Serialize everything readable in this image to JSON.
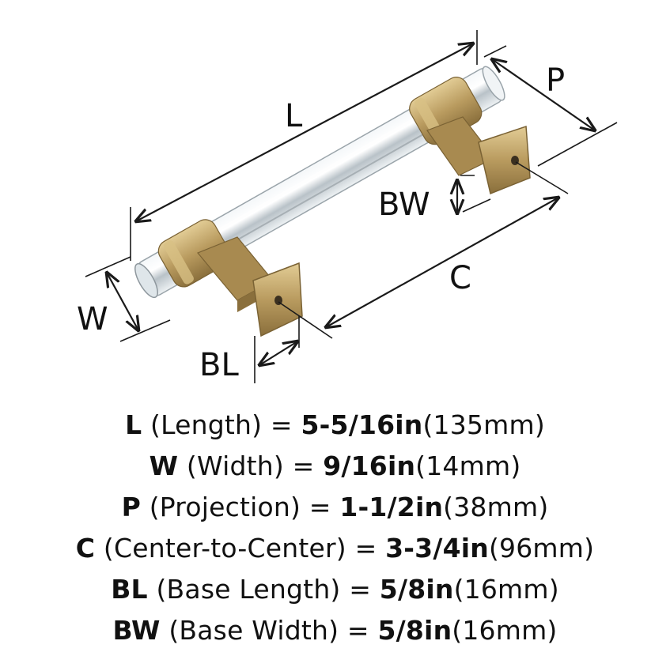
{
  "labels": {
    "L": "L",
    "P": "P",
    "BW": "BW",
    "C": "C",
    "W": "W",
    "BL": "BL"
  },
  "colors": {
    "brass": "#b99b5f",
    "brass_dark": "#8a6f3c",
    "glass": "#e8eef2",
    "line": "#1a1a1a"
  },
  "specs": [
    {
      "code": "L",
      "name": "(Length)",
      "imperial": "5-5/16in",
      "metric": "(135mm)"
    },
    {
      "code": "W",
      "name": "(Width)",
      "imperial": "9/16in",
      "metric": "(14mm)"
    },
    {
      "code": "P",
      "name": "(Projection)",
      "imperial": "1-1/2in",
      "metric": "(38mm)"
    },
    {
      "code": "C",
      "name": "(Center-to-Center)",
      "imperial": "3-3/4in",
      "metric": "(96mm)"
    },
    {
      "code": "BL",
      "name": "(Base Length)",
      "imperial": "5/8in",
      "metric": "(16mm)"
    },
    {
      "code": "BW",
      "name": "(Base Width)",
      "imperial": "5/8in",
      "metric": "(16mm)"
    }
  ]
}
